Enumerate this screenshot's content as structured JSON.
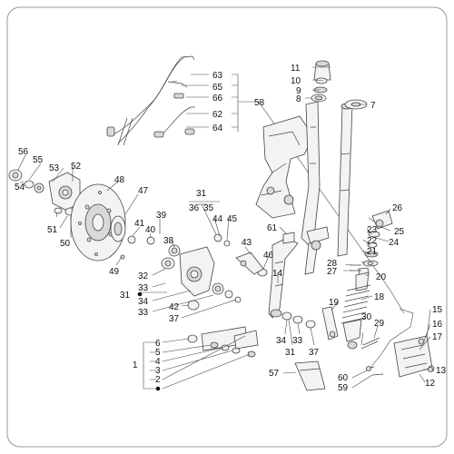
{
  "title": "",
  "colors": {
    "frame": "#999999",
    "line": "#444444",
    "part_fill": "#f3f3f3",
    "part_shade": "#d9d9d9",
    "text": "#111111"
  },
  "callouts": {
    "n1": "1",
    "n2": "2",
    "n3": "3",
    "n4": "4",
    "n5": "5",
    "n6": "6",
    "n7": "7",
    "n8": "8",
    "n9": "9",
    "n10": "10",
    "n11": "11",
    "n12": "12",
    "n13": "13",
    "n14": "14",
    "n15": "15",
    "n16": "16",
    "n17": "17",
    "n18": "18",
    "n19": "19",
    "n20": "20",
    "n21": "21",
    "n22": "22",
    "n23": "23",
    "n24": "24",
    "n25": "25",
    "n26": "26",
    "n27": "27",
    "n28": "28",
    "n29": "29",
    "n30": "30",
    "n31a": "31",
    "n31b": "31",
    "n31c": "31",
    "n32": "32",
    "n33a": "33",
    "n33b": "33",
    "n33c": "33",
    "n34a": "34",
    "n34b": "34",
    "n35": "35",
    "n36": "36",
    "n37a": "37",
    "n37b": "37",
    "n38": "38",
    "n39": "39",
    "n40": "40",
    "n41": "41",
    "n42": "42",
    "n43": "43",
    "n44": "44",
    "n45": "45",
    "n46": "46",
    "n47": "47",
    "n48": "48",
    "n49": "49",
    "n50": "50",
    "n51": "51",
    "n52": "52",
    "n53": "53",
    "n54": "54",
    "n55": "55",
    "n56": "56",
    "n57": "57",
    "n58": "58",
    "n59": "59",
    "n60": "60",
    "n61": "61",
    "n62": "62",
    "n63": "63",
    "n64": "64",
    "n65": "65",
    "n66": "66"
  }
}
